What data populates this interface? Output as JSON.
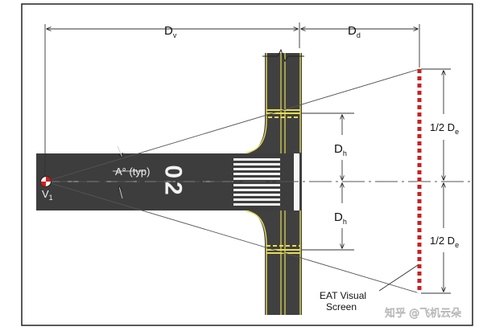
{
  "diagram": {
    "labels": {
      "dv": "D",
      "dv_sub": "v",
      "dd": "D",
      "dd_sub": "d",
      "dh_upper": "D",
      "dh_upper_sub": "h",
      "dh_lower": "D",
      "dh_lower_sub": "h",
      "de_upper_prefix": "1/2 D",
      "de_upper_sub": "e",
      "de_lower_prefix": "1/2 D",
      "de_lower_sub": "e",
      "angle": "A° (typ)",
      "viewpoint": "V",
      "viewpoint_sub": "1",
      "screen_line1": "EAT Visual",
      "screen_line2": "Screen",
      "runway_number": "02"
    },
    "watermark": "知乎 @飞机云朵",
    "colors": {
      "pavement": "#3f3f3f",
      "edge": "#e6dc55",
      "screen_red": "#cc1f1f",
      "frame": "#222222"
    }
  }
}
